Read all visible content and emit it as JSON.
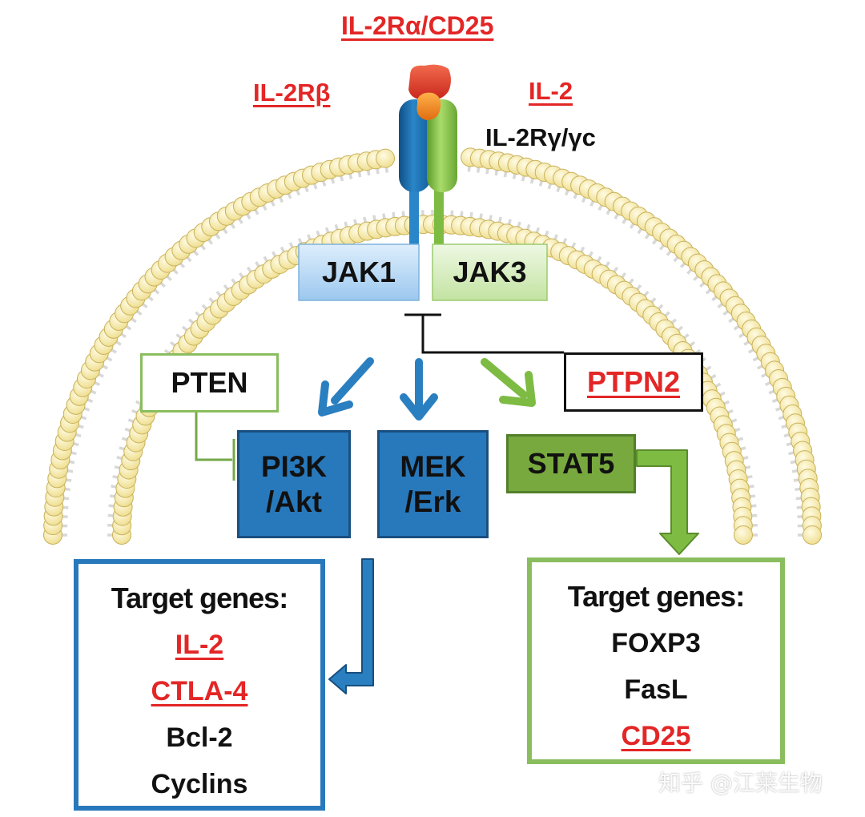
{
  "receptor": {
    "alpha": "IL-2Rα/CD25",
    "beta": "IL-2Rβ",
    "ligand": "IL-2",
    "gamma": "IL-2Rγ/γc"
  },
  "kinases": {
    "jak1": "JAK1",
    "jak3": "JAK3"
  },
  "regulators": {
    "pten": "PTEN",
    "ptpn2": "PTPN2"
  },
  "pathways": {
    "pi3k": "PI3K\n/Akt",
    "mek": "MEK\n/Erk",
    "stat5": "STAT5"
  },
  "left_targets": {
    "heading": "Target genes:",
    "genes": [
      {
        "name": "IL-2",
        "highlight": true
      },
      {
        "name": "CTLA-4",
        "highlight": true
      },
      {
        "name": "Bcl-2",
        "highlight": false
      },
      {
        "name": "Cyclins",
        "highlight": false
      }
    ]
  },
  "right_targets": {
    "heading": "Target genes:",
    "genes": [
      {
        "name": "FOXP3",
        "highlight": false
      },
      {
        "name": "FasL",
        "highlight": false
      },
      {
        "name": "CD25",
        "highlight": true
      }
    ]
  },
  "watermark": "知乎 @江莱生物",
  "colors": {
    "highlight_red": "#e32626",
    "blue": "#2776b8",
    "green": "#7aad3a",
    "lipid_head": "#f8eeb0",
    "alpha_subunit": "#e8402a",
    "il2_ligand": "#f08a1e"
  }
}
